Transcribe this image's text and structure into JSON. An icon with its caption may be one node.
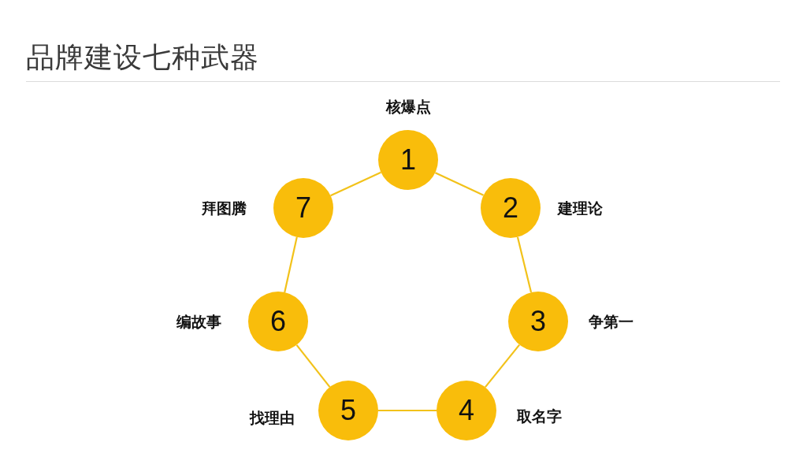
{
  "diagram": {
    "title": "品牌建设七种武器",
    "nodes": [
      {
        "text": [
          "1"
        ],
        "beside": [
          "核爆点"
        ]
      },
      {
        "text": [
          "2"
        ],
        "beside": [
          "建理论"
        ]
      },
      {
        "text": [
          "3"
        ],
        "beside": [
          "争第一"
        ]
      },
      {
        "text": [
          "4"
        ],
        "beside": [
          "取名字"
        ]
      },
      {
        "text": [
          "5"
        ],
        "beside": [
          "找理由"
        ]
      },
      {
        "text": [
          "6"
        ],
        "beside": [
          "编故事"
        ]
      },
      {
        "text": [
          "7"
        ],
        "beside": [
          "拜图腾"
        ]
      }
    ],
    "edges": [
      {
        "from": 0,
        "to": 1,
        "arrow": "none"
      },
      {
        "from": 1,
        "to": 2,
        "arrow": "none"
      },
      {
        "from": 2,
        "to": 3,
        "arrow": "none"
      },
      {
        "from": 3,
        "to": 4,
        "arrow": "none"
      },
      {
        "from": 4,
        "to": 5,
        "arrow": "none"
      },
      {
        "from": 5,
        "to": 6,
        "arrow": "none"
      },
      {
        "from": 6,
        "to": 0,
        "arrow": "none"
      }
    ]
  }
}
